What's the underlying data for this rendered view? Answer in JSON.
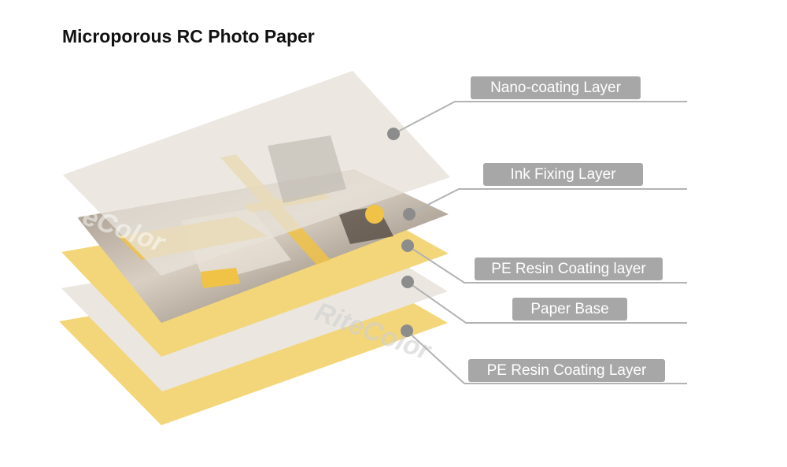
{
  "title": "Microporous RC Photo Paper",
  "layers": [
    {
      "label": "Nano-coating Layer"
    },
    {
      "label": "Ink Fixing Layer"
    },
    {
      "label": "PE Resin Coating layer"
    },
    {
      "label": "Paper Base"
    },
    {
      "label": "PE Resin Coating Layer"
    }
  ],
  "watermark": "RiteColor",
  "colors": {
    "label_bg": "#a7a7a7",
    "leader_line": "#b3b3b3",
    "dot": "#8c8c8c",
    "nano_sheet": "#e7e2d9",
    "pe_resin_sheet": "#f3d67a",
    "paper_base_sheet": "#ebe7e0"
  }
}
